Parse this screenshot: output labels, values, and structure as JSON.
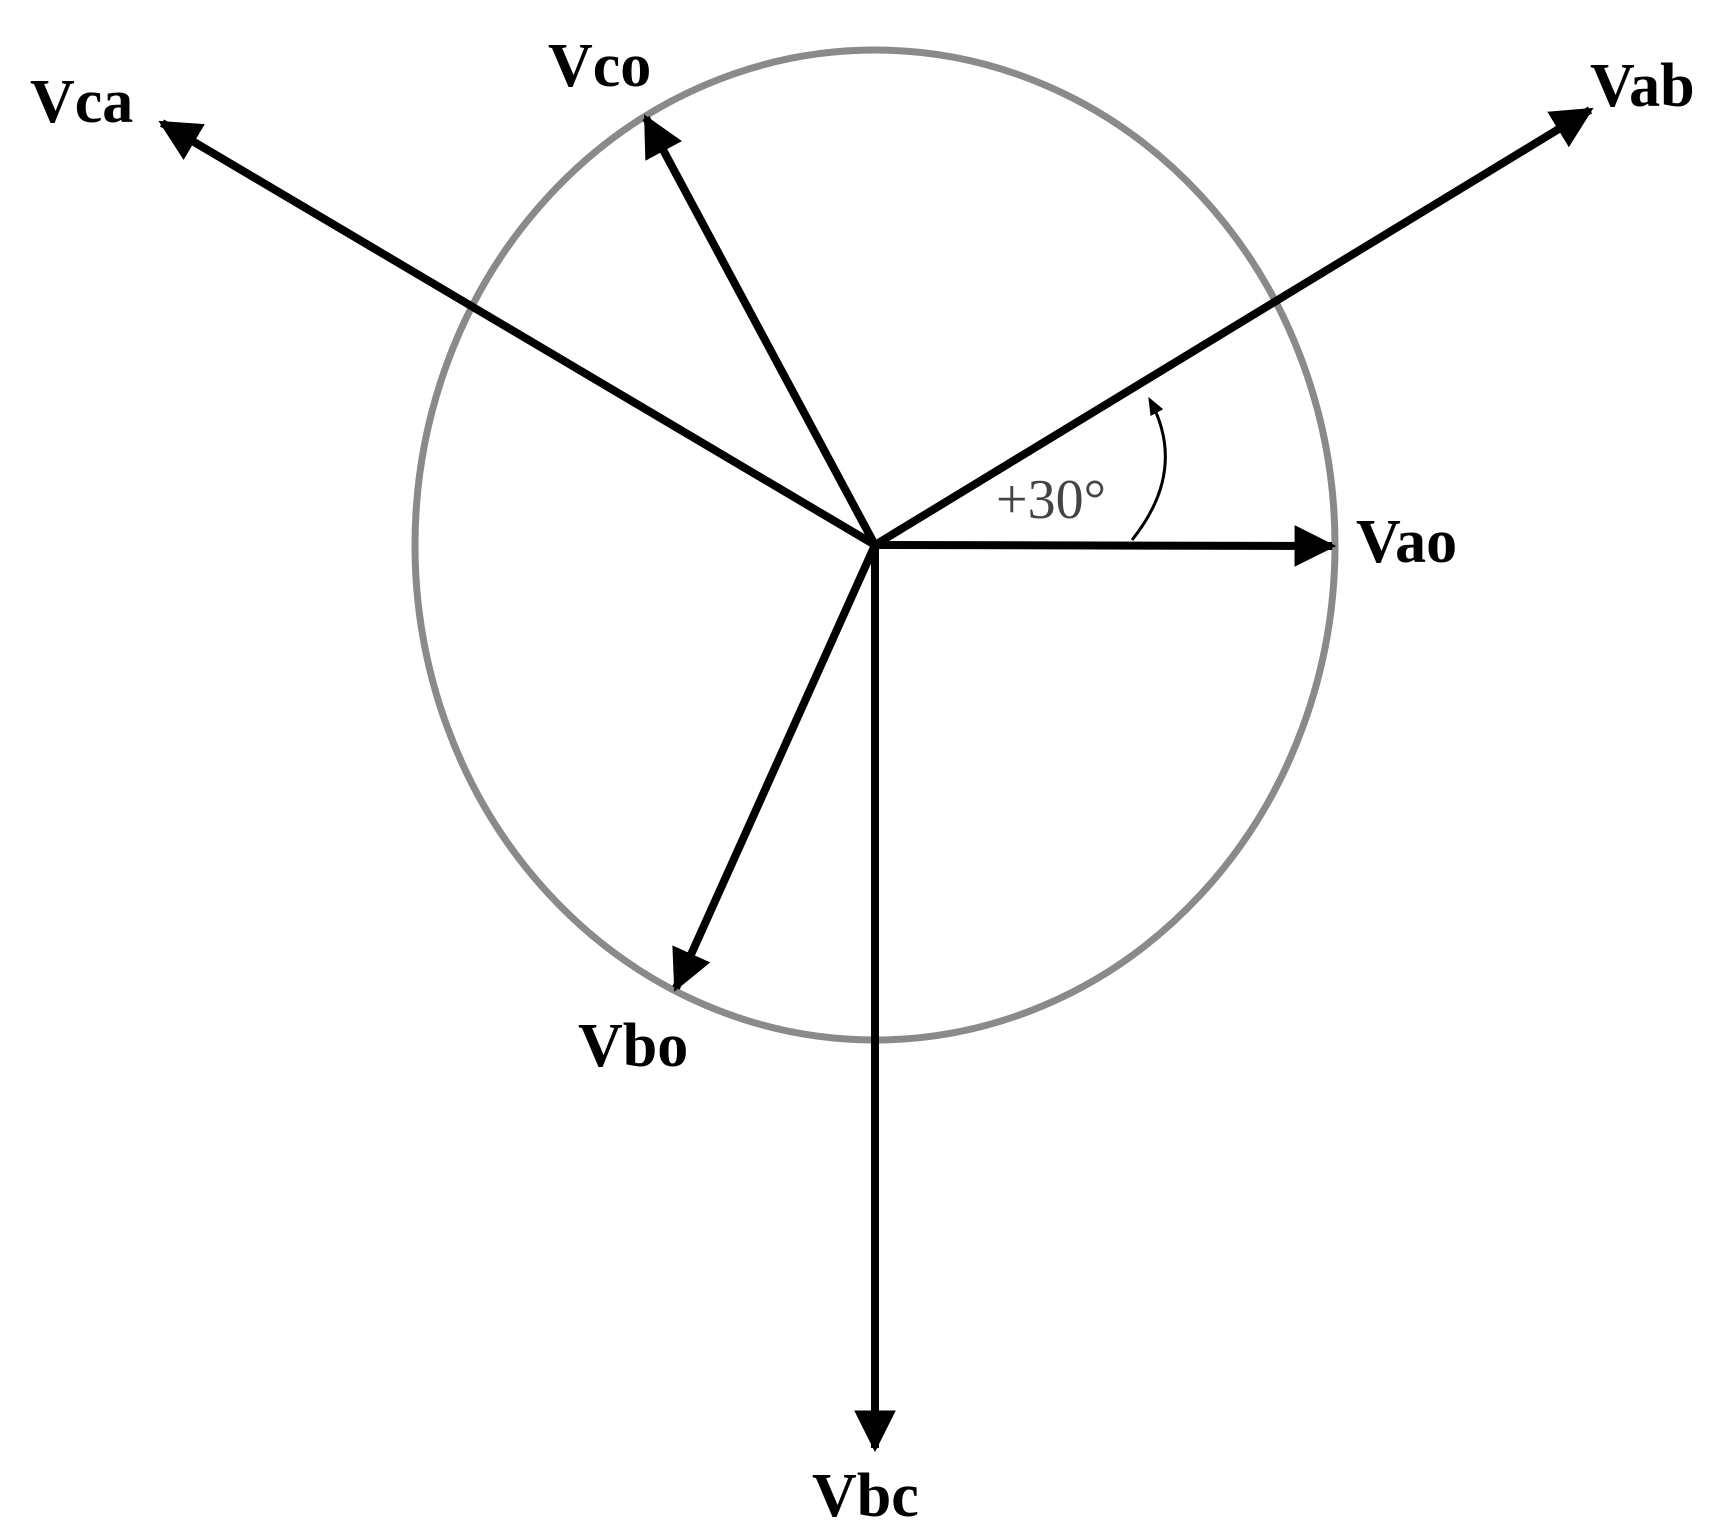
{
  "diagram": {
    "colors": {
      "circle": "#8a8a8a",
      "vector": "#000000",
      "angle_text": "#444444"
    },
    "phasors": {
      "vab": {
        "label": "Vab"
      },
      "vca": {
        "label": "Vca"
      },
      "vco": {
        "label": "Vco"
      },
      "vao": {
        "label": "Vao"
      },
      "vbo": {
        "label": "Vbo"
      },
      "vbc": {
        "label": "Vbc"
      }
    },
    "angle": {
      "label": "+30°",
      "degrees": 30
    }
  }
}
